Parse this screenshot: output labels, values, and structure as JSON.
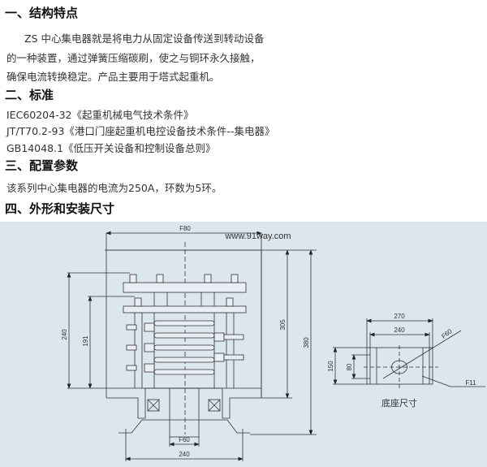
{
  "sections": [
    {
      "title": "一、结构特点",
      "lines": [
        "ZS 中心集电器就是将电力从固定设备传送到转动设备",
        "的一种装置，通过弹簧压缩碳刷，使之与铜环永久接触，",
        "确保电流转换稳定。产品主要用于塔式起重机。"
      ]
    },
    {
      "title": "二、标准",
      "lines": [
        "IEC60204-32《起重机械电气技术条件》",
        "JT/T70.2-93《港口门座起重机电控设备技术条件--集电器》",
        "GB14048.1《低压开关设备和控制设备总则》"
      ]
    },
    {
      "title": "三、配置参数",
      "lines": [
        "该系列中心集电器的电流为250A，环数为5环。"
      ]
    },
    {
      "title": "四、外形和安装尺寸",
      "lines": []
    }
  ],
  "drawing": {
    "watermark": "www.91way.com",
    "main": {
      "top_width": "F80",
      "h_240": "240",
      "h_191": "191",
      "h_305": "305",
      "h_380": "380",
      "shaft": "F60",
      "base_width": "240"
    },
    "base": {
      "w_270": "270",
      "w_240": "240",
      "h_150": "150",
      "h_80": "80",
      "hole": "F60",
      "bolt": "F11",
      "caption": "底座尺寸"
    }
  }
}
